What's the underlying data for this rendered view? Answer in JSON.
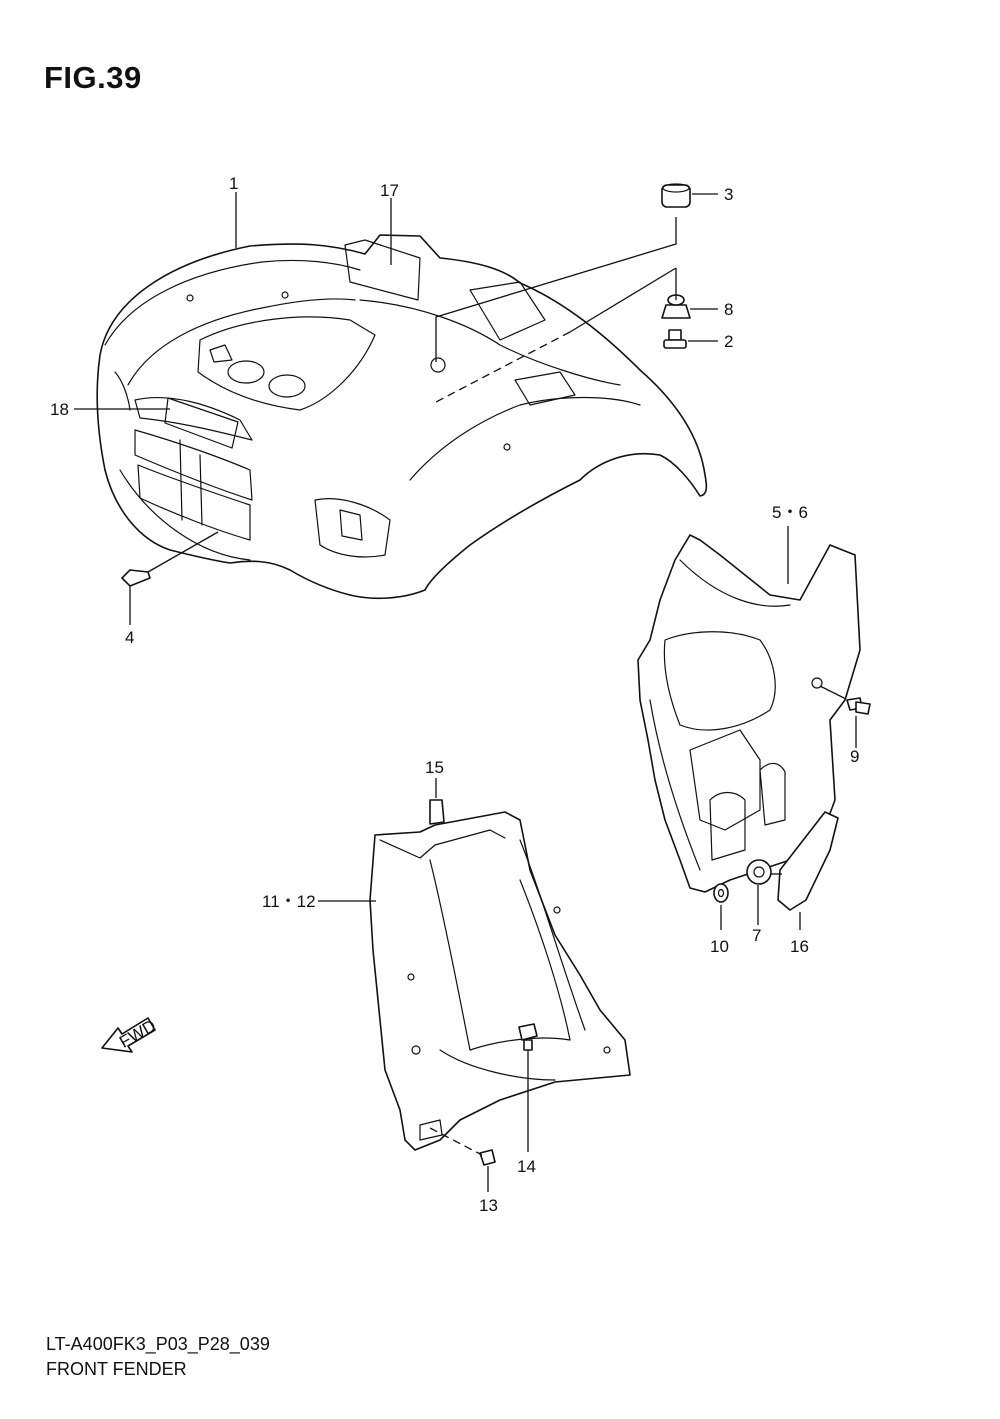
{
  "figure": {
    "title": "FIG.39"
  },
  "callouts": {
    "p1": "1",
    "p2": "2",
    "p3": "3",
    "p4": "4",
    "p56": "5・6",
    "p7": "7",
    "p8": "8",
    "p9": "9",
    "p10": "10",
    "p1112": "11・12",
    "p13": "13",
    "p14": "14",
    "p15": "15",
    "p16": "16",
    "p17": "17",
    "p18": "18"
  },
  "footer": {
    "model_code": "LT-A400FK3_P03_P28_039",
    "section_name": "FRONT FENDER"
  },
  "direction_arrow": {
    "label": "FWD"
  }
}
